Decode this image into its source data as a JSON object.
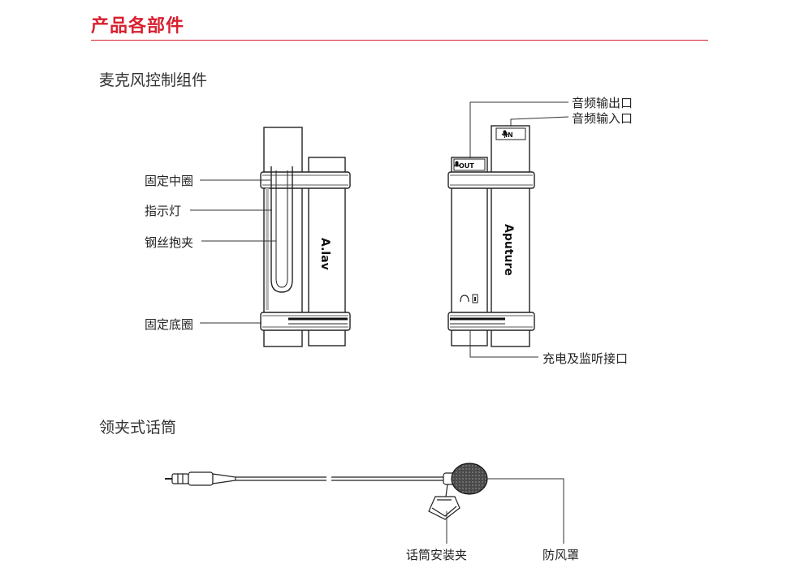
{
  "page_title": "产品各部件",
  "section_mic_controls": "麦克风控制组件",
  "section_lavalier": "领夹式话筒",
  "left_unit": {
    "brand_text": "A.lav",
    "labels": {
      "fixed_middle_ring": "固定中圈",
      "indicator_light": "指示灯",
      "steel_clip": "钢丝抱夹",
      "fixed_bottom_ring": "固定底圈"
    }
  },
  "right_unit": {
    "brand_text": "Aputure",
    "out_port": "OUT",
    "in_port": "IN",
    "labels": {
      "audio_out": "音频输出口",
      "audio_in": "音频输入口",
      "charge_monitor": "充电及监听接口"
    }
  },
  "lavalier": {
    "labels": {
      "mic_clip": "话筒安装夹",
      "windscreen": "防风罩"
    }
  }
}
